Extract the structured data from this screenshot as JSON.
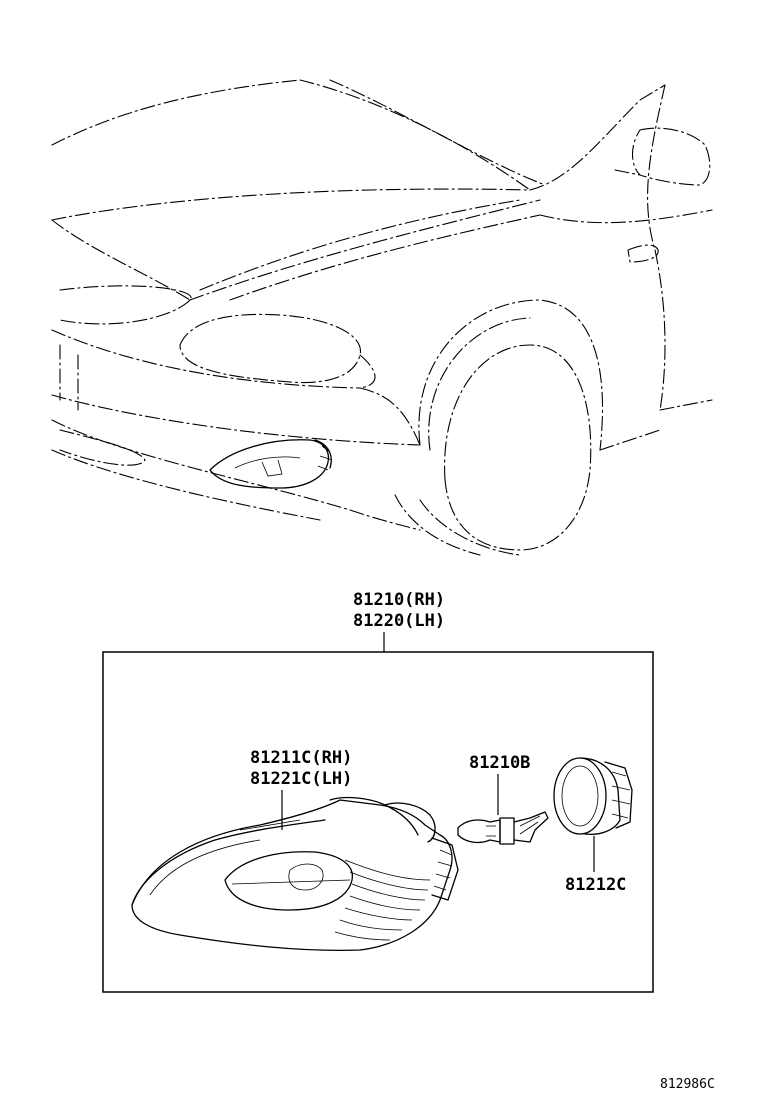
{
  "assembly": {
    "part_rh": "81210(RH)",
    "part_lh": "81220(LH)"
  },
  "parts": {
    "lens_rh": "81211C(RH)",
    "lens_lh": "81221C(LH)",
    "bulb": "81210B",
    "socket": "81212C"
  },
  "illustration_code": "812986C"
}
